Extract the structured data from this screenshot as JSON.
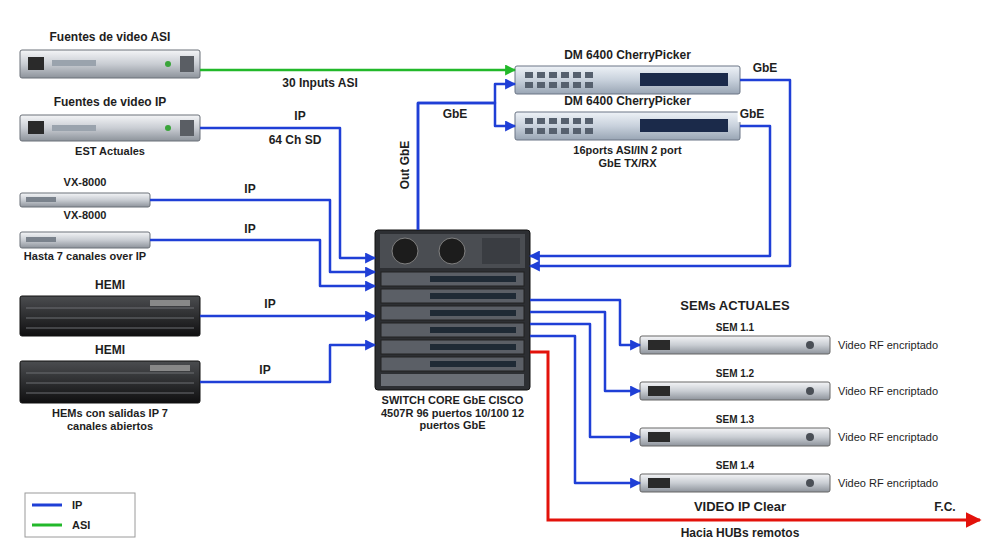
{
  "diagram": {
    "nodes": [
      {
        "text": [
          "Fuentes de video ASI"
        ]
      },
      {
        "text": [
          "Fuentes de video IP",
          "EST Actuales"
        ]
      },
      {
        "text": [
          "VX-8000",
          "VX-8000"
        ]
      },
      {
        "text": [
          "Hasta 7 canales over IP"
        ]
      },
      {
        "text": [
          "HEMI"
        ]
      },
      {
        "text": [
          "HEMI",
          "HEMs con salidas IP 7 canales abiertos"
        ]
      },
      {
        "text": [
          "DM 6400 CherryPicker"
        ]
      },
      {
        "text": [
          "DM 6400 CherryPicker",
          "16ports ASI/IN 2 port GbE TX/RX"
        ]
      },
      {
        "text": [
          "SWITCH CORE GbE CISCO 4507R 96 puertos 10/100 12 puertos GbE"
        ]
      },
      {
        "text": [
          "SEM 1.1"
        ]
      },
      {
        "text": [
          "SEM 1.2"
        ]
      },
      {
        "text": [
          "SEM 1.3"
        ]
      },
      {
        "text": [
          "SEM 1.4"
        ]
      }
    ],
    "edges": [
      {
        "from": 0,
        "to": 6,
        "label": "30 Inputs ASI",
        "arrow": "to"
      },
      {
        "from": 1,
        "to": 8,
        "label": "IP",
        "arrow": "to"
      },
      {
        "from": 2,
        "to": 8,
        "label": "IP",
        "arrow": "to"
      },
      {
        "from": 3,
        "to": 8,
        "label": "IP",
        "arrow": "to"
      },
      {
        "from": 4,
        "to": 8,
        "label": "IP",
        "arrow": "to"
      },
      {
        "from": 5,
        "to": 8,
        "label": "IP",
        "arrow": "to"
      },
      {
        "from": 8,
        "to": 6,
        "label": "Out GbE",
        "arrow": "to"
      },
      {
        "from": 8,
        "to": 7,
        "arrow": "to"
      },
      {
        "from": 6,
        "to": 8,
        "label": "GbE",
        "arrow": "to"
      },
      {
        "from": 7,
        "to": 8,
        "label": "GbE",
        "arrow": "to"
      },
      {
        "from": 8,
        "to": 9,
        "arrow": "to"
      },
      {
        "from": 8,
        "to": 10,
        "arrow": "to"
      },
      {
        "from": 8,
        "to": 11,
        "arrow": "to"
      },
      {
        "from": 8,
        "to": 12,
        "arrow": "to"
      }
    ],
    "labels": [
      "64 Ch SD",
      "GbE",
      "SEMs ACTUALES",
      "Video RF encriptado",
      "Video RF encriptado",
      "Video RF encriptado",
      "Video RF encriptado",
      "VIDEO IP Clear",
      "F.C.",
      "Hacia HUBs remotos"
    ],
    "legend": [
      {
        "text": "IP"
      },
      {
        "text": "ASI"
      }
    ]
  }
}
